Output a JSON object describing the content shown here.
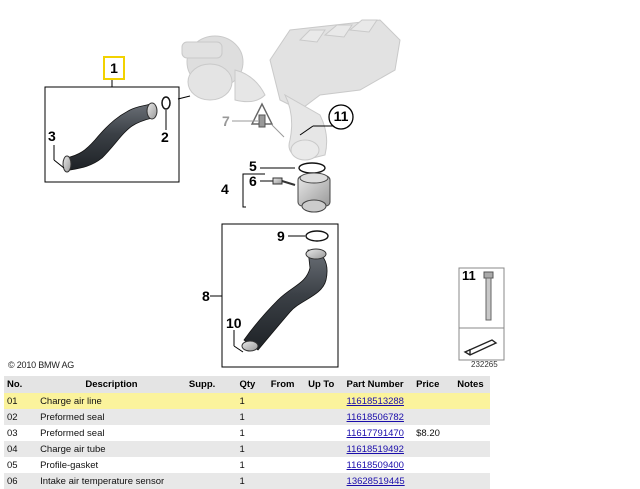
{
  "diagram": {
    "callouts": [
      "1",
      "2",
      "3",
      "4",
      "5",
      "6",
      "7",
      "8",
      "9",
      "10",
      "11"
    ],
    "inset_callout": "11",
    "copyright": "© 2010 BMW AG",
    "figure_number": "232265"
  },
  "table": {
    "headers": {
      "no": "No.",
      "description": "Description",
      "supp": "Supp.",
      "qty": "Qty",
      "from": "From",
      "upto": "Up To",
      "part_number": "Part Number",
      "price": "Price",
      "notes": "Notes"
    },
    "rows": [
      {
        "no": "01",
        "description": "Charge air line",
        "supp": "",
        "qty": "1",
        "from": "",
        "upto": "",
        "part_number": "11618513288",
        "price": "",
        "notes": ""
      },
      {
        "no": "02",
        "description": "Preformed seal",
        "supp": "",
        "qty": "1",
        "from": "",
        "upto": "",
        "part_number": "11618506782",
        "price": "",
        "notes": ""
      },
      {
        "no": "03",
        "description": "Preformed seal",
        "supp": "",
        "qty": "1",
        "from": "",
        "upto": "",
        "part_number": "11617791470",
        "price": "$8.20",
        "notes": ""
      },
      {
        "no": "04",
        "description": "Charge air tube",
        "supp": "",
        "qty": "1",
        "from": "",
        "upto": "",
        "part_number": "11618519492",
        "price": "",
        "notes": ""
      },
      {
        "no": "05",
        "description": "Profile-gasket",
        "supp": "",
        "qty": "1",
        "from": "",
        "upto": "",
        "part_number": "11618509400",
        "price": "",
        "notes": ""
      },
      {
        "no": "06",
        "description": "Intake air temperature sensor",
        "supp": "",
        "qty": "1",
        "from": "",
        "upto": "",
        "part_number": "13628519445",
        "price": "",
        "notes": ""
      }
    ]
  },
  "colors": {
    "highlight_row": "#fbf39c",
    "callout_box_highlight": "#f2d200",
    "link": "#1a0dab"
  }
}
